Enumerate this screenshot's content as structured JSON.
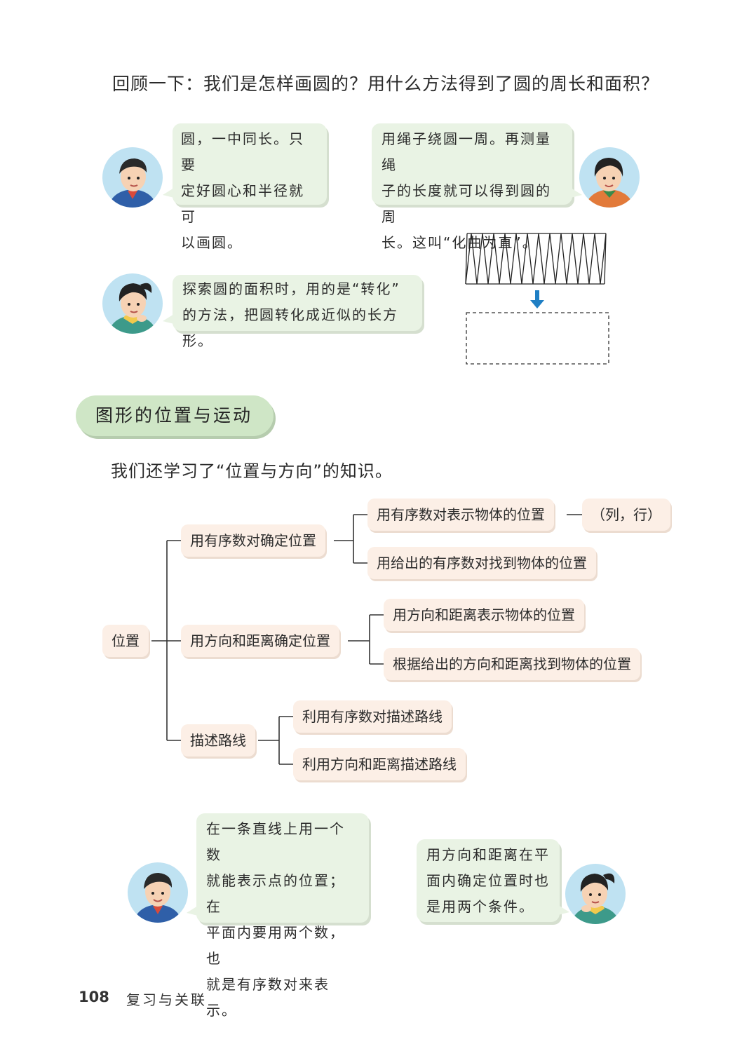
{
  "question": "回顾一下：我们是怎样画圆的？用什么方法得到了圆的周长和面积？",
  "bubbles": {
    "circle_draw": [
      "圆，一中同长。只要",
      "定好圆心和半径就可",
      "以画圆。"
    ],
    "circumference": [
      "用绳子绕圆一周。再测量绳",
      "子的长度就可以得到圆的周",
      "长。这叫“化曲为直”。"
    ],
    "area": [
      "探索圆的面积时，用的是“转化”",
      "的方法，把圆转化成近似的长方形。"
    ],
    "line_position": [
      "在一条直线上用一个数",
      "就能表示点的位置；在",
      "平面内要用两个数，也",
      "就是有序数对来表示。"
    ],
    "plane_position": [
      "用方向和距离在平",
      "面内确定位置时也",
      "是用两个条件。"
    ]
  },
  "section_title": "图形的位置与运动",
  "intro": "我们还学习了“位置与方向”的知识。",
  "tree": {
    "root": "位置",
    "branch1": "用有序数对确定位置",
    "b1_leaf1": "用有序数对表示物体的位置",
    "b1_leaf1_note": "（列，行）",
    "b1_leaf2": "用给出的有序数对找到物体的位置",
    "branch2": "用方向和距离确定位置",
    "b2_leaf1": "用方向和距离表示物体的位置",
    "b2_leaf2": "根据给出的方向和距离找到物体的位置",
    "branch3": "描述路线",
    "b3_leaf1": "利用有序数对描述路线",
    "b3_leaf2": "利用方向和距离描述路线"
  },
  "footer": {
    "page_number": "108",
    "title": "复习与关联"
  },
  "colors": {
    "bubble_bg": "#e9f3e4",
    "node_bg": "#fcefe6",
    "pill_bg": "#cfe6c6",
    "arrow": "#1f7fc4"
  }
}
